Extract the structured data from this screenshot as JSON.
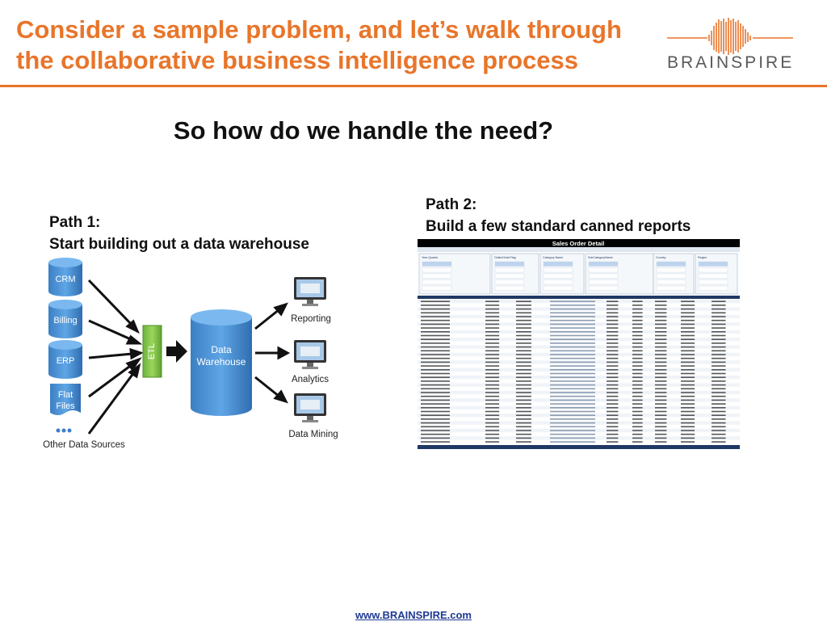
{
  "header": {
    "title_line1": "Consider a sample problem, and let’s walk through",
    "title_line2": "the collaborative business intelligence process",
    "logo_text": "BRAINSPIRE"
  },
  "subtitle": "So how do we handle the need?",
  "path1": {
    "title": "Path 1:",
    "text": "Start building out a data warehouse"
  },
  "path2": {
    "title": "Path 2:",
    "text": "Build a few standard canned reports"
  },
  "diagram": {
    "sources": [
      "CRM",
      "Billing",
      "ERP"
    ],
    "flat_files": [
      "Flat",
      "Files"
    ],
    "other_sources": "Other Data Sources",
    "etl": "ETL",
    "warehouse": [
      "Data",
      "Warehouse"
    ],
    "outputs": [
      "Reporting",
      "Analytics",
      "Data Mining"
    ]
  },
  "report": {
    "title": "Sales Order Detail",
    "slicers": [
      "Year Quarter",
      "OnlineOrderFlag",
      "Category Name",
      "SubCategoryName",
      "Country",
      "Region"
    ]
  },
  "footer": {
    "url": "www.BRAINSPIRE.com"
  },
  "colors": {
    "accent": "#e8752a",
    "cylinder": "#4a8fd0",
    "etl": "#7cc244",
    "report_header": "#000000"
  }
}
